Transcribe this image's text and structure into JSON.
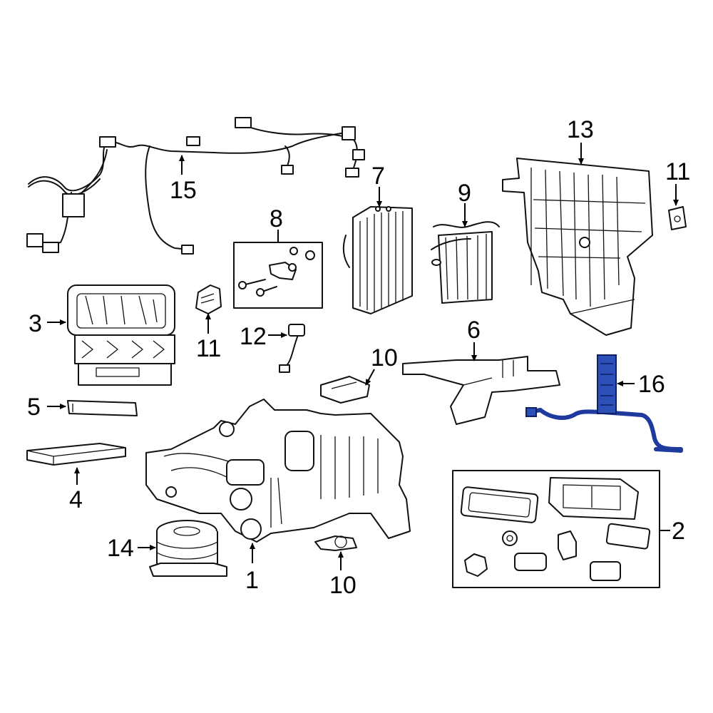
{
  "highlight_color": "#2d4fb8",
  "callouts": {
    "c1": "1",
    "c2": "2",
    "c3": "3",
    "c4": "4",
    "c5": "5",
    "c6": "6",
    "c7": "7",
    "c8": "8",
    "c9": "9",
    "c10a": "10",
    "c10b": "10",
    "c11a": "11",
    "c11b": "11",
    "c12": "12",
    "c13": "13",
    "c14": "14",
    "c15": "15",
    "c16": "16"
  }
}
